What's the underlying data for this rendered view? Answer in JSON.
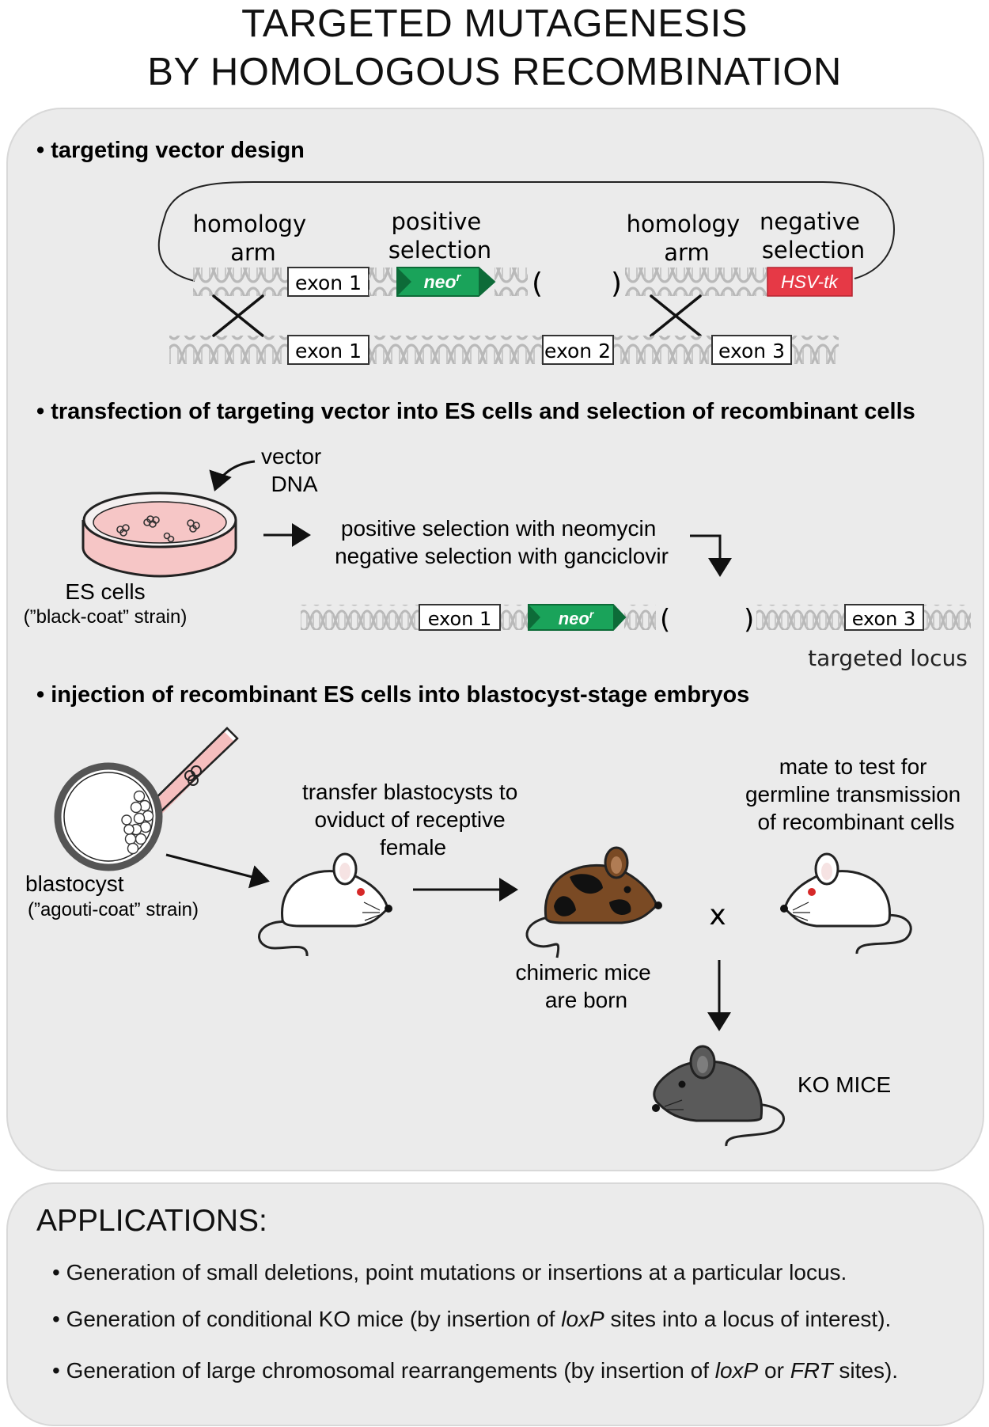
{
  "title": {
    "line1": "TARGETED MUTAGENESIS",
    "line2": "BY HOMOLOGOUS RECOMBINATION"
  },
  "sections": {
    "vector_design": {
      "heading": "• targeting vector design",
      "homology_arm_left": [
        "homology",
        "arm"
      ],
      "positive_selection": [
        "positive",
        "selection"
      ],
      "homology_arm_right": [
        "homology",
        "arm"
      ],
      "negative_selection": [
        "negative",
        "selection"
      ],
      "vector_exon": "exon 1",
      "neo_label": "neo",
      "neo_superscript": "r",
      "hsv_tk": "HSV-tk",
      "genomic_exons": [
        "exon 1",
        "exon 2",
        "exon 3"
      ]
    },
    "transfection": {
      "heading": "• transfection of targeting vector into ES cells and selection of recombinant cells",
      "vector_dna": [
        "vector",
        "DNA"
      ],
      "es_cells": "ES cells",
      "es_strain": "(”black-coat” strain)",
      "selection_lines": [
        "positive selection with neomycin",
        "negative selection with ganciclovir"
      ],
      "targeted_exon1": "exon 1",
      "targeted_neo": "neo",
      "targeted_neo_superscript": "r",
      "targeted_exon3": "exon 3",
      "targeted_locus": "targeted locus"
    },
    "injection": {
      "heading": "• injection of recombinant ES cells into blastocyst-stage embryos",
      "blastocyst": "blastocyst",
      "blastocyst_strain": "(”agouti-coat” strain)",
      "transfer_lines": [
        "transfer blastocysts to",
        "oviduct of receptive",
        "female"
      ],
      "chimeric_lines": [
        "chimeric mice",
        "are born"
      ],
      "mate_lines": [
        "mate to test for",
        "germline transmission",
        "of recombinant cells"
      ],
      "cross_symbol": "x",
      "ko_mice": "KO MICE"
    }
  },
  "applications": {
    "heading": "APPLICATIONS:",
    "items": [
      {
        "parts": [
          {
            "t": "• Generation of small deletions, point mutations or insertions at a particular locus.",
            "i": false
          }
        ]
      },
      {
        "parts": [
          {
            "t": "• Generation of conditional KO mice (by insertion of ",
            "i": false
          },
          {
            "t": "loxP",
            "i": true
          },
          {
            "t": " sites into a locus of interest).",
            "i": false
          }
        ]
      },
      {
        "parts": [
          {
            "t": "• Generation of large chromosomal rearrangements (by insertion of ",
            "i": false
          },
          {
            "t": "loxP",
            "i": true
          },
          {
            "t": " or ",
            "i": false
          },
          {
            "t": "FRT",
            "i": true
          },
          {
            "t": " sites).",
            "i": false
          }
        ]
      }
    ]
  },
  "colors": {
    "panel_bg": "#ebebeb",
    "dna": "#b9b9b9",
    "neo_green": "#1aa35a",
    "neo_dark": "#0d6b38",
    "hsv_red": "#e63946",
    "dish_pink": "#f6c6c6",
    "pipette_pink": "#f2a8a8",
    "mouse_white": "#ffffff",
    "mouse_gray": "#5a5a5a",
    "chimera_brown": "#7a4a24",
    "mouse_eye": "#d62828"
  },
  "icons": [
    "dna-strand-icon",
    "petri-dish-icon",
    "blastocyst-icon",
    "pipette-icon",
    "white-mouse-icon",
    "chimeric-mouse-icon",
    "ko-mouse-icon",
    "arrow-icon",
    "cross-icon"
  ]
}
